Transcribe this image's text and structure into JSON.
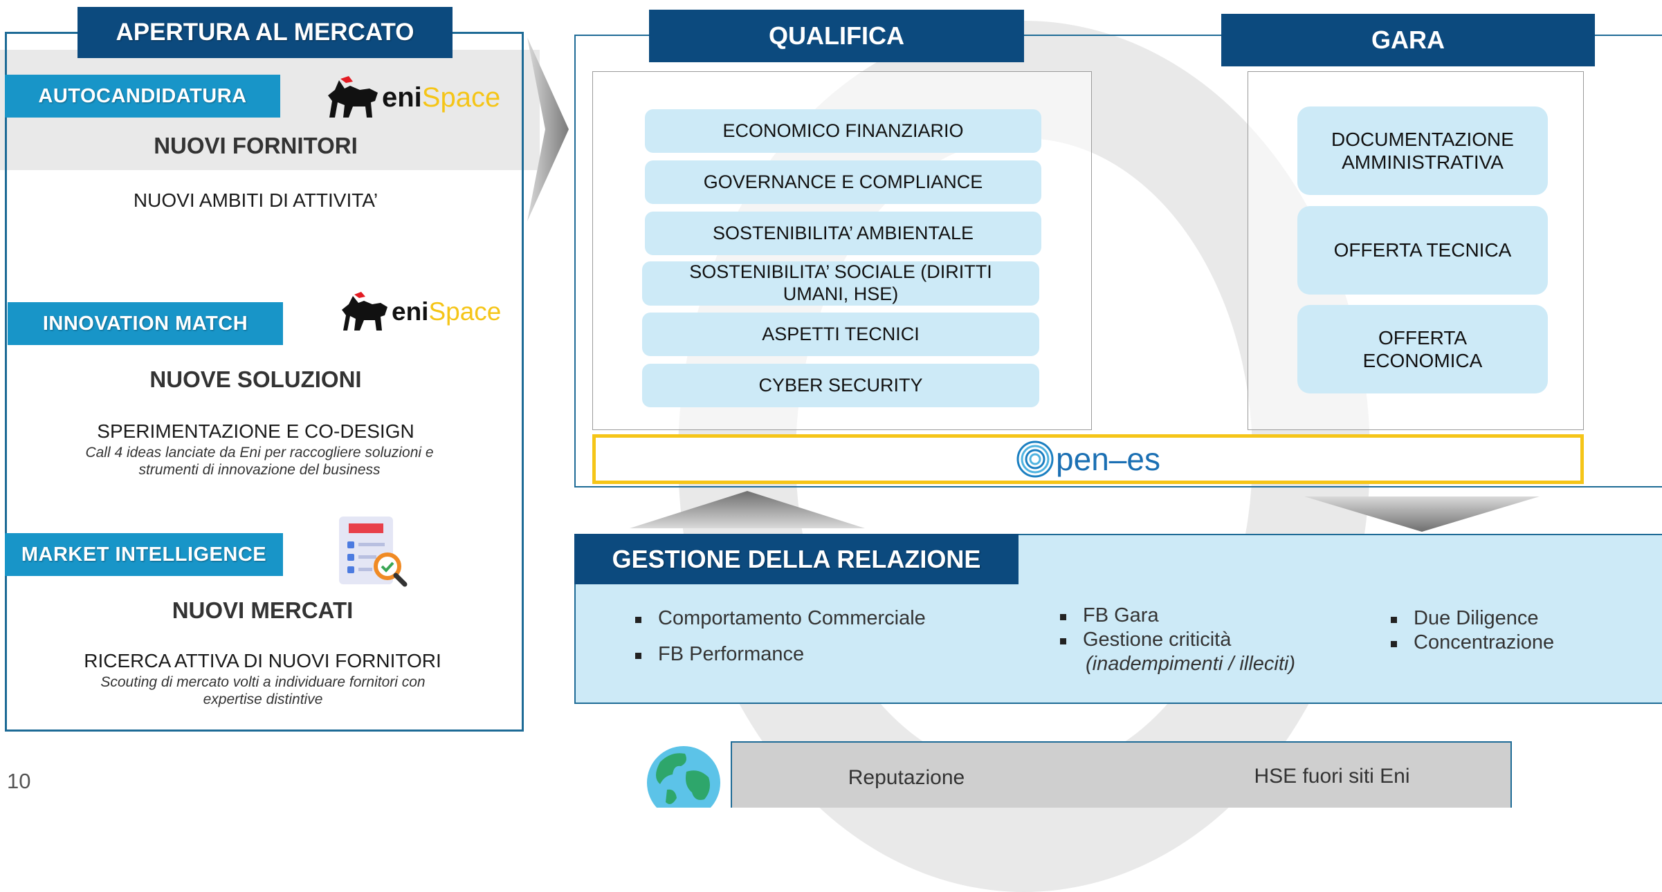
{
  "left": {
    "title": "APERTURA AL MERCATO",
    "sections": [
      {
        "tag": "AUTOCANDIDATURA",
        "heading": "NUOVI FORNITORI",
        "subtitle": "NUOVI AMBITI DI ATTIVITA’",
        "description": ""
      },
      {
        "tag": "INNOVATION MATCH",
        "heading": "NUOVE SOLUZIONI",
        "subtitle": "SPERIMENTAZIONE E CO-DESIGN",
        "description": "Call 4 ideas lanciate da Eni per raccogliere soluzioni e strumenti di innovazione del business"
      },
      {
        "tag": "MARKET INTELLIGENCE",
        "heading": "NUOVI MERCATI",
        "subtitle": "RICERCA ATTIVA DI NUOVI FORNITORI",
        "description": "Scouting di mercato volti a individuare fornitori con expertise distintive"
      }
    ],
    "logo": {
      "part1": "eni",
      "part2": "Space"
    }
  },
  "qualifica": {
    "title": "QUALIFICA",
    "items": [
      "ECONOMICO FINANZIARIO",
      "GOVERNANCE E COMPLIANCE",
      "SOSTENIBILITA’ AMBIENTALE",
      "SOSTENIBILITA’ SOCIALE (DIRITTI UMANI, HSE)",
      "ASPETTI TECNICI",
      "CYBER SECURITY"
    ]
  },
  "gara": {
    "title": "GARA",
    "items": [
      "DOCUMENTAZIONE AMMINISTRATIVA",
      "OFFERTA TECNICA",
      "OFFERTA ECONOMICA"
    ]
  },
  "platform": {
    "logo_text": "pen–es"
  },
  "relazione": {
    "title": "GESTIONE DELLA RELAZIONE",
    "col1": [
      "Comportamento Commerciale",
      "FB Performance"
    ],
    "col2": [
      "FB Gara",
      "Gestione criticità"
    ],
    "col2_note": "(inadempimenti / illeciti)",
    "col3": [
      "Due Diligence",
      "Concentrazione"
    ]
  },
  "footer": {
    "items": [
      "Reputazione",
      "HSE fuori siti Eni"
    ]
  },
  "page_number": "10",
  "colors": {
    "navy": "#0c4a7e",
    "tag_blue": "#1895c8",
    "pill": "#cdeaf7",
    "yellow": "#f5c518",
    "frame": "#1e6b96"
  }
}
